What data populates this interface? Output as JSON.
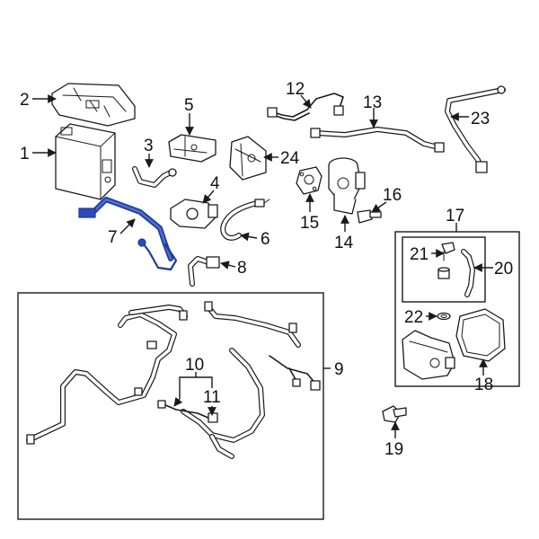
{
  "colors": {
    "highlight": "#1f3a93",
    "line": "#1a1a1a",
    "background": "#ffffff"
  },
  "callouts": {
    "c1": "1",
    "c2": "2",
    "c3": "3",
    "c4": "4",
    "c5": "5",
    "c6": "6",
    "c7": "7",
    "c8": "8",
    "c9": "9",
    "c10": "10",
    "c11": "11",
    "c12": "12",
    "c13": "13",
    "c14": "14",
    "c15": "15",
    "c16": "16",
    "c17": "17",
    "c18": "18",
    "c19": "19",
    "c20": "20",
    "c21": "21",
    "c22": "22",
    "c23": "23",
    "c24": "24"
  }
}
